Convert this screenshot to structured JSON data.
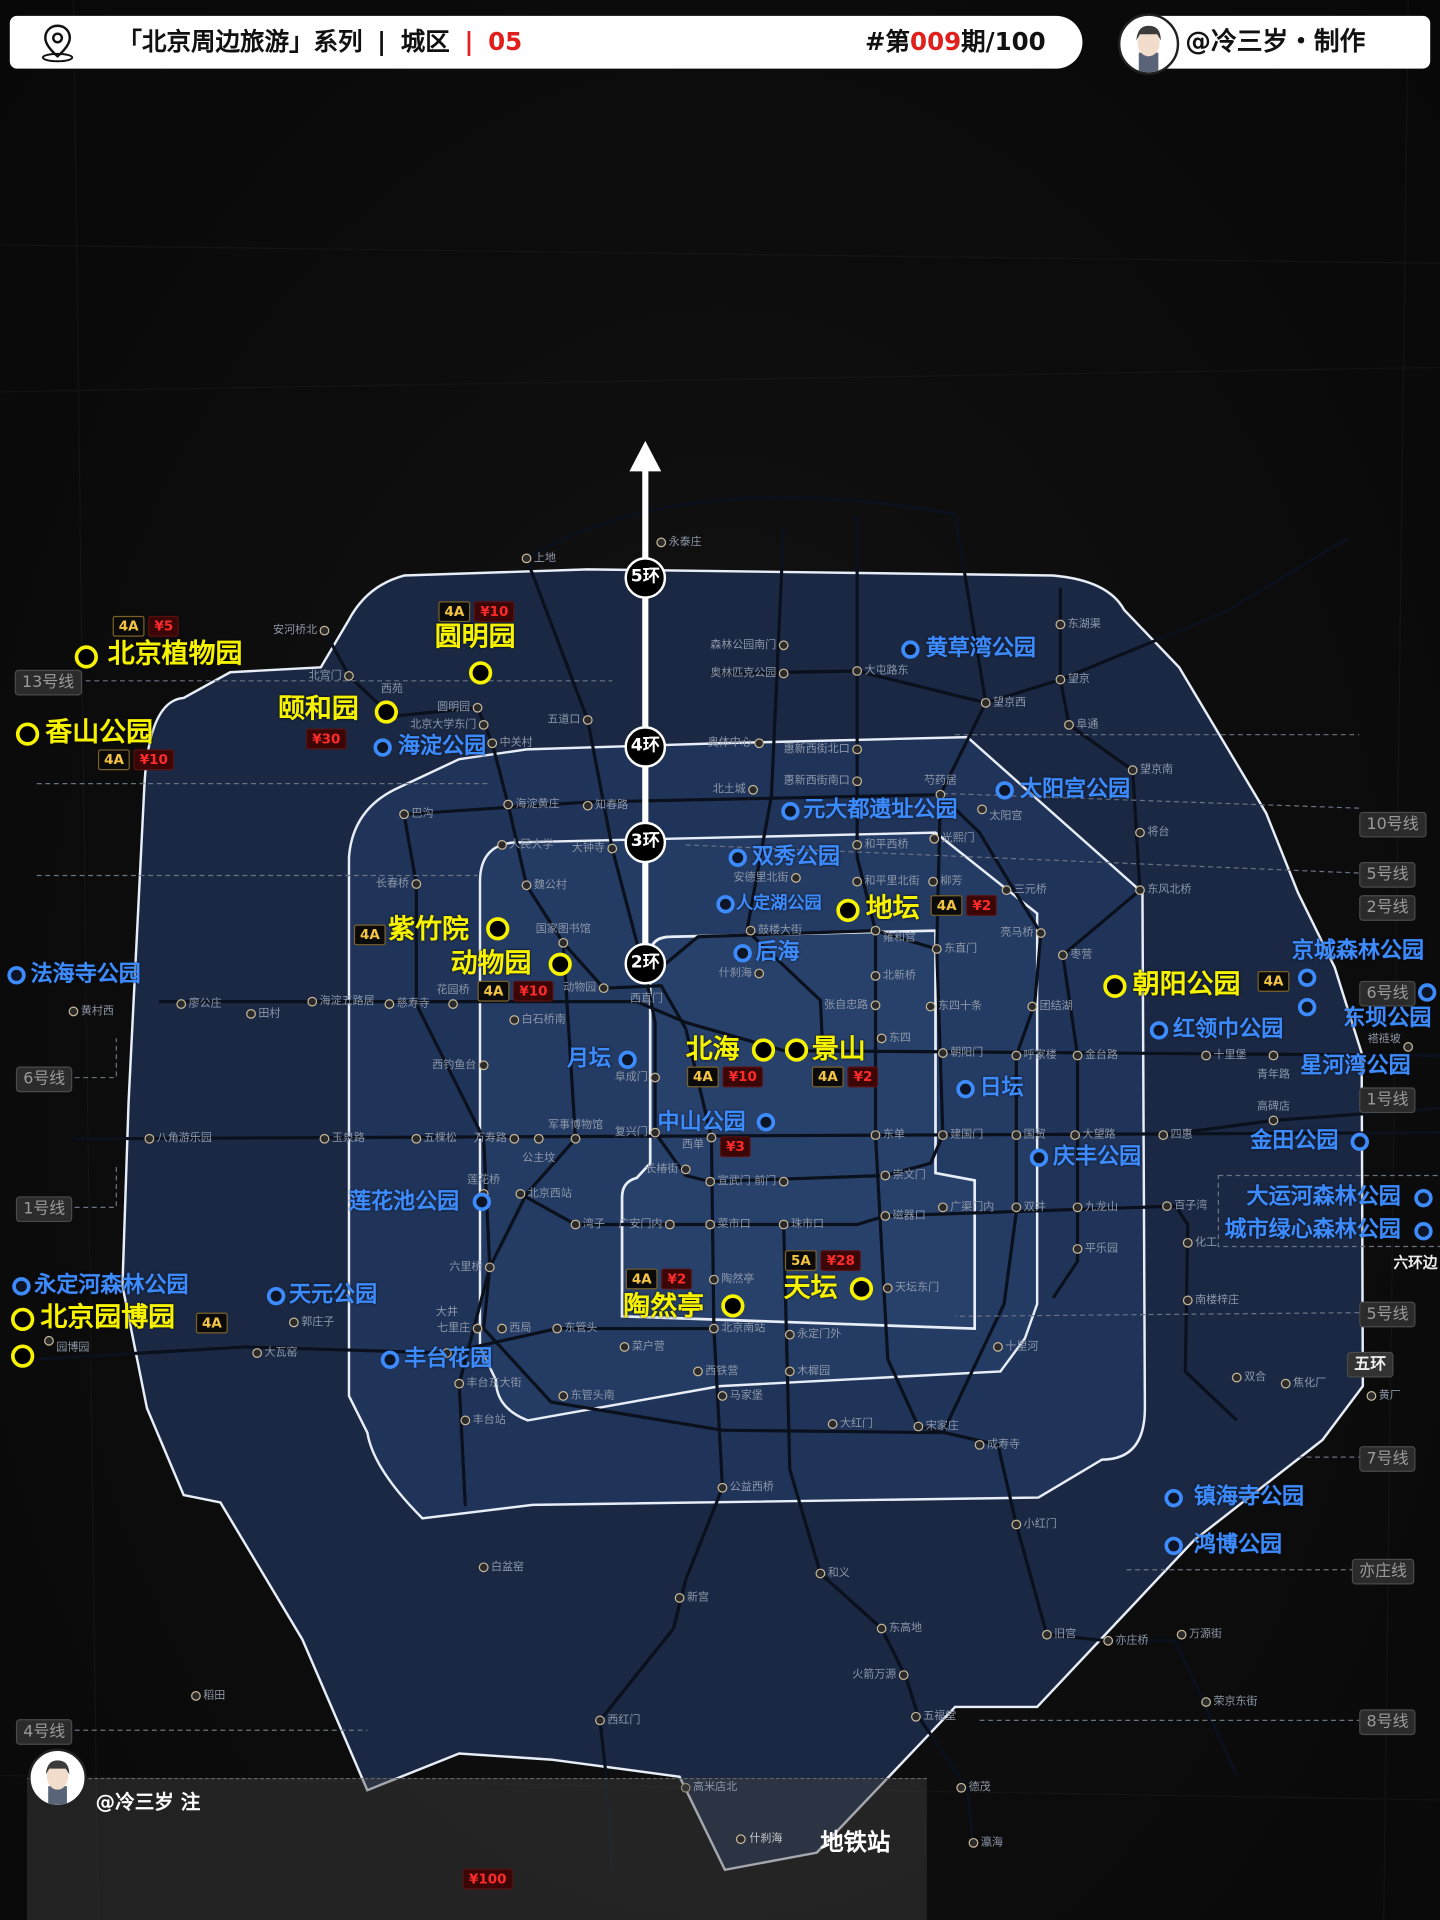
{
  "header": {
    "title": "「北京周边旅游」系列",
    "sep1": "|",
    "district": "城区",
    "sep2": "|",
    "number": "05",
    "issue_prefix": "#第",
    "issue_number": "009",
    "issue_suffix": "期/100",
    "author": "@冷三岁・制作",
    "icon": "map-pin-icon"
  },
  "rings": [
    "5环",
    "4环",
    "3环",
    "2环"
  ],
  "attractions": [
    {
      "name": "北京植物园",
      "badges": [
        "4A",
        "¥5"
      ]
    },
    {
      "name": "香山公园",
      "badges": [
        "4A",
        "¥10"
      ]
    },
    {
      "name": "颐和园",
      "badges": [
        "¥30"
      ]
    },
    {
      "name": "圆明园",
      "badges": [
        "4A",
        "¥10"
      ]
    },
    {
      "name": "紫竹院",
      "badges": [
        "4A"
      ]
    },
    {
      "name": "动物园",
      "badges": [
        "4A",
        "¥10"
      ]
    },
    {
      "name": "地坛",
      "badges": [
        "4A",
        "¥2"
      ]
    },
    {
      "name": "朝阳公园",
      "badges": [
        "4A"
      ]
    },
    {
      "name": "北海",
      "badges": [
        "4A",
        "¥10"
      ]
    },
    {
      "name": "景山",
      "badges": [
        "4A",
        "¥2"
      ]
    },
    {
      "name": "陶然亭",
      "badges": [
        "4A",
        "¥2"
      ]
    },
    {
      "name": "天坛",
      "badges": [
        "5A",
        "¥28"
      ]
    },
    {
      "name": "北京园博园",
      "badges": [
        "4A"
      ]
    }
  ],
  "parks": [
    {
      "name": "黄草湾公园"
    },
    {
      "name": "海淀公园"
    },
    {
      "name": "太阳宫公园"
    },
    {
      "name": "元大都遗址公园"
    },
    {
      "name": "双秀公园"
    },
    {
      "name": "人定湖公园"
    },
    {
      "name": "后海"
    },
    {
      "name": "法海寺公园"
    },
    {
      "name": "京城森林公园"
    },
    {
      "name": "红领巾公园"
    },
    {
      "name": "东坝公园"
    },
    {
      "name": "星河湾公园"
    },
    {
      "name": "月坛"
    },
    {
      "name": "日坛"
    },
    {
      "name": "中山公园",
      "badges": [
        "¥3"
      ]
    },
    {
      "name": "金田公园"
    },
    {
      "name": "庆丰公园"
    },
    {
      "name": "莲花池公园"
    },
    {
      "name": "大运河森林公园"
    },
    {
      "name": "城市绿心森林公园"
    },
    {
      "name": "永定河森林公园"
    },
    {
      "name": "天元公园"
    },
    {
      "name": "丰台花园"
    },
    {
      "name": "镇海寺公园"
    },
    {
      "name": "鸿博公园"
    }
  ],
  "line_tags": [
    "13号线",
    "10号线",
    "5号线",
    "2号线",
    "6号线",
    "6号线",
    "1号线",
    "1号线",
    "5号线",
    "五环",
    "7号线",
    "亦庄线",
    "8号线",
    "4号线"
  ],
  "edge_note": "六环边",
  "stations": [
    "上地",
    "永泰庄",
    "森林公园南门",
    "安河桥北",
    "北宫门",
    "西苑",
    "圆明园",
    "北京大学东门",
    "五道口",
    "中关村",
    "海淀黄庄",
    "知春路",
    "巴沟",
    "人民大学",
    "大钟寺",
    "长春桥",
    "魏公村",
    "国家图书馆",
    "动物园",
    "西直门",
    "奥林匹克公园",
    "大屯路东",
    "奥体中心",
    "惠新西街北口",
    "惠新西街南口",
    "北土城",
    "芍药居",
    "太阳宫",
    "望京西",
    "望京",
    "东湖渠",
    "阜通",
    "望京南",
    "将台",
    "东风北桥",
    "光熙门",
    "和平西桥",
    "安德里北街",
    "和平里北街",
    "柳芳",
    "三元桥",
    "鼓楼大街",
    "雍和宫",
    "亮马桥",
    "东直门",
    "枣营",
    "什刹海",
    "北新桥",
    "张自忠路",
    "东四十条",
    "团结湖",
    "东四",
    "朝阳门",
    "呼家楼",
    "金台路",
    "十里堡",
    "青年路",
    "褡裢坡",
    "海淀五路居",
    "慈寿寺",
    "花园桥",
    "白石桥南",
    "田村",
    "廖公庄",
    "西钓鱼台",
    "阜成门",
    "复兴门",
    "西单",
    "东单",
    "建国门",
    "国贸",
    "大望路",
    "四惠",
    "高碑店",
    "军事博物馆",
    "公主坟",
    "万寿路",
    "五棵松",
    "玉泉路",
    "八角游乐园",
    "长椿街",
    "宣武门",
    "前门",
    "崇文门",
    "莲花桥",
    "北京西站",
    "湾子",
    "广安门内",
    "菜市口",
    "珠市口",
    "磁器口",
    "广渠门内",
    "双井",
    "九龙山",
    "百子湾",
    "化工",
    "平乐园",
    "六里桥",
    "陶然亭",
    "天坛东门",
    "南楼梓庄",
    "郭庄子",
    "七里庄",
    "西局",
    "东管头",
    "北京南站",
    "永定门外",
    "十里河",
    "大瓦窑",
    "大井",
    "菜户营",
    "西铁营",
    "木樨园",
    "双合",
    "焦化厂",
    "丰台东大街",
    "东管头南",
    "马家堡",
    "大红门",
    "宋家庄",
    "成寿寺",
    "丰台站",
    "公益西桥",
    "小红门",
    "白盆窑",
    "和义",
    "新宫",
    "东高地",
    "旧宫",
    "亦庄桥",
    "万源街",
    "火箭万源",
    "荣京东街",
    "稻田",
    "五福堂",
    "西红门",
    "德茂",
    "瀛海",
    "高米店北",
    "黄村西",
    "园博园",
    "黄厂"
  ],
  "footer": {
    "credit": "@冷三岁 注",
    "price_sample": "¥100",
    "legend_station_label": "地铁站",
    "legend_station_example": "什刹海"
  },
  "colors": {
    "attraction": "#f6f200",
    "park": "#3d8cff",
    "price": "#ff2b2b",
    "level": "#f4c442",
    "map_fill": "#1a2844",
    "header_accent": "#e0201c"
  }
}
